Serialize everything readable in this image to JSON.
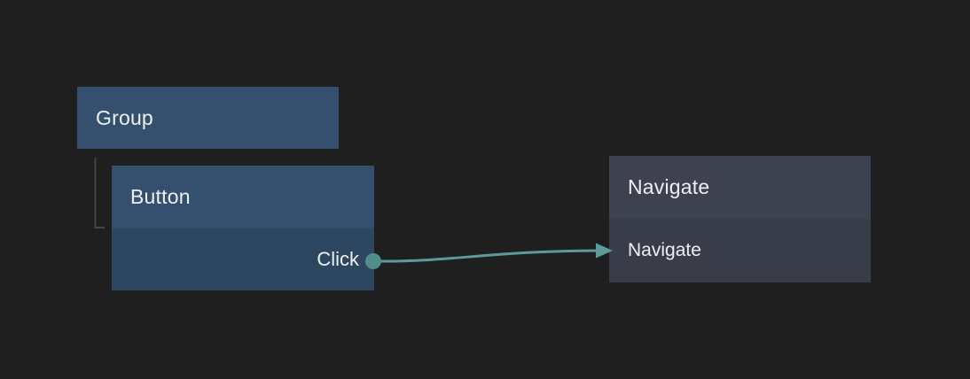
{
  "canvas": {
    "type": "node-graph-editor"
  },
  "colors": {
    "canvas_background": "#1f1f20",
    "node_blue_header": "#35506e",
    "node_blue_body": "#2e4760",
    "node_gray_header": "#3e4250",
    "node_gray_body": "#393d49",
    "edge_teal": "#5d9b99",
    "port_teal": "#4f8e8c",
    "tree_connector": "#454545",
    "text_color": "#eef0f2"
  },
  "nodes": {
    "group": {
      "title": "Group"
    },
    "button": {
      "title": "Button",
      "port_label": "Click"
    },
    "navigate": {
      "title": "Navigate",
      "row_label": "Navigate"
    }
  }
}
